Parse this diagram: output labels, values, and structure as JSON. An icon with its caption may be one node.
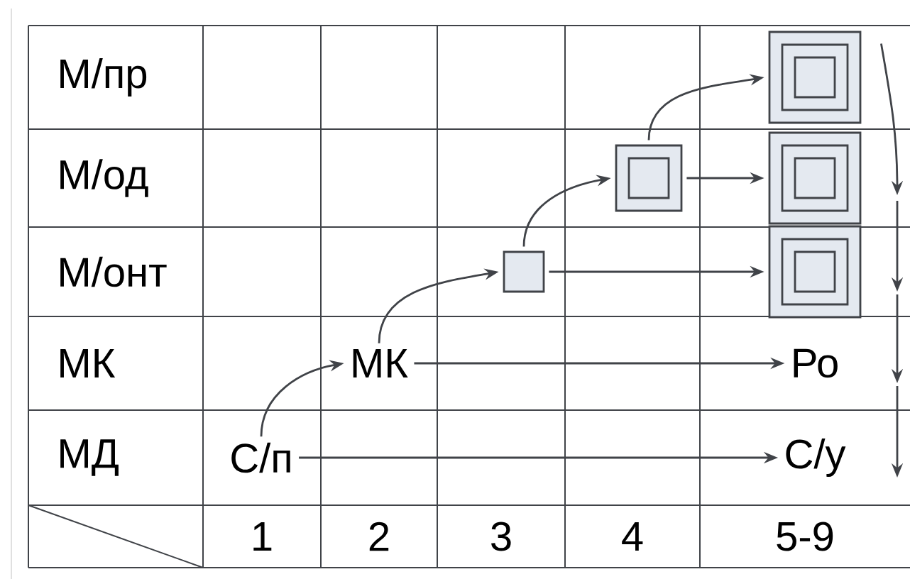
{
  "diagram": {
    "nodes": [
      {
        "text": [],
        "shape": "box"
      },
      {
        "text": [],
        "shape": "box"
      },
      {
        "text": [],
        "shape": "box"
      },
      {
        "text": [],
        "shape": "box"
      },
      {
        "text": [],
        "shape": "box"
      },
      {
        "text": [
          "МК"
        ]
      },
      {
        "text": [
          "Ро"
        ]
      },
      {
        "text": [
          "С/п"
        ]
      },
      {
        "text": [
          "С/у"
        ]
      }
    ],
    "edges": [
      {
        "from": 7,
        "to": 5,
        "arrow": "to"
      },
      {
        "from": 7,
        "to": 8,
        "arrow": "to"
      },
      {
        "from": 5,
        "to": 3,
        "arrow": "to"
      },
      {
        "from": 5,
        "to": 6,
        "arrow": "to"
      },
      {
        "from": 3,
        "to": 1,
        "arrow": "to"
      },
      {
        "from": 3,
        "to": 4,
        "arrow": "to"
      },
      {
        "from": 1,
        "to": 0,
        "arrow": "to"
      },
      {
        "from": 1,
        "to": 2,
        "arrow": "to"
      },
      {
        "from": 0,
        "to": 2,
        "arrow": "to"
      },
      {
        "from": 2,
        "to": 4,
        "arrow": "to"
      },
      {
        "from": 4,
        "to": 6,
        "arrow": "to"
      },
      {
        "from": 6,
        "to": 8,
        "arrow": "to"
      }
    ],
    "labels": [
      "М/пр",
      "М/од",
      "М/онт",
      "МК",
      "МД",
      "1",
      "2",
      "3",
      "4",
      "5-9"
    ]
  }
}
